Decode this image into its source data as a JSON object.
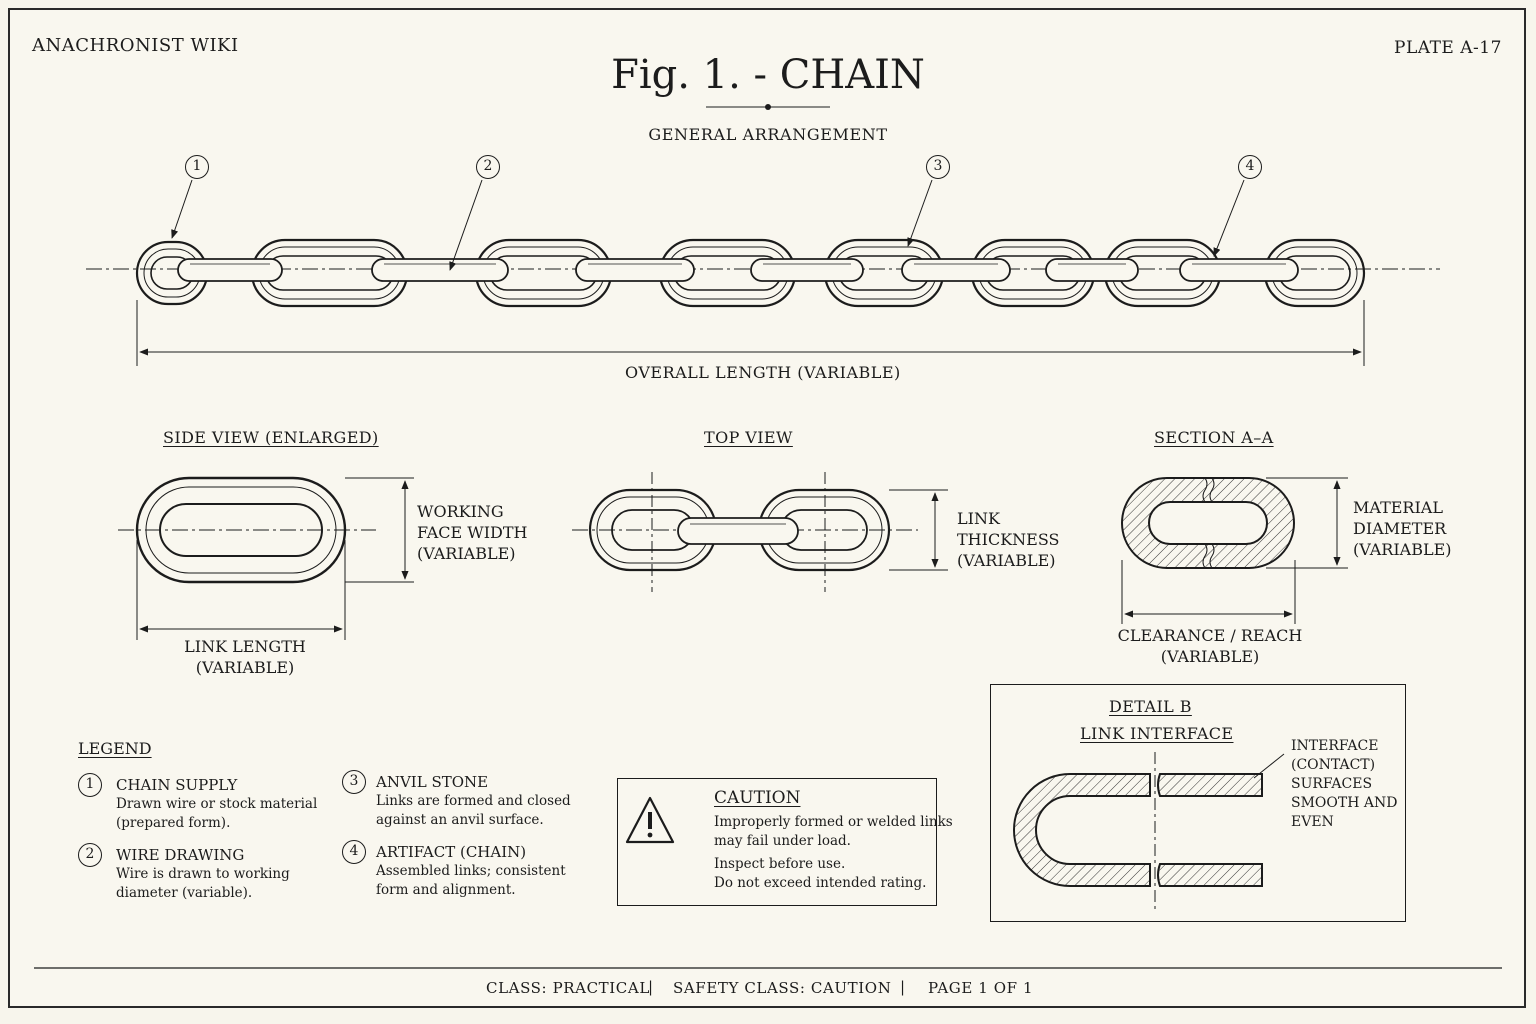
{
  "header": {
    "site": "ANACHRONIST WIKI",
    "plate": "PLATE A-17",
    "title": "Fig. 1. - CHAIN",
    "subtitle": "GENERAL ARRANGEMENT"
  },
  "callouts": [
    "1",
    "2",
    "3",
    "4"
  ],
  "dimensions": {
    "overall": "OVERALL LENGTH  (VARIABLE)",
    "working_face_width": [
      "WORKING",
      "FACE WIDTH",
      "(VARIABLE)"
    ],
    "link_length": [
      "LINK LENGTH",
      "(VARIABLE)"
    ],
    "link_thickness": [
      "LINK",
      "THICKNESS",
      "(VARIABLE)"
    ],
    "material_diameter": [
      "MATERIAL",
      "DIAMETER",
      "(VARIABLE)"
    ],
    "clearance": [
      "CLEARANCE / REACH",
      "(VARIABLE)"
    ]
  },
  "views": {
    "side": "SIDE VIEW (ENLARGED)",
    "top": "TOP VIEW",
    "section": "SECTION A–A"
  },
  "legend": {
    "title": "LEGEND",
    "items": [
      {
        "num": "1",
        "name": "CHAIN SUPPLY",
        "desc": [
          "Drawn wire or stock material",
          "(prepared form)."
        ]
      },
      {
        "num": "2",
        "name": "WIRE DRAWING",
        "desc": [
          "Wire is drawn to working",
          "diameter (variable)."
        ]
      },
      {
        "num": "3",
        "name": "ANVIL STONE",
        "desc": [
          "Links are formed and closed",
          "against an anvil surface."
        ]
      },
      {
        "num": "4",
        "name": "ARTIFACT (CHAIN)",
        "desc": [
          "Assembled links; consistent",
          "form and alignment."
        ]
      }
    ]
  },
  "caution": {
    "title": "CAUTION",
    "lines": [
      "Improperly formed or welded links",
      "may fail under load.",
      "Inspect before use.",
      "Do not exceed intended rating."
    ]
  },
  "detail": {
    "title": "DETAIL B",
    "subtitle": "LINK INTERFACE",
    "note": [
      "INTERFACE",
      "(CONTACT)",
      "SURFACES",
      "SMOOTH AND",
      "EVEN"
    ]
  },
  "footer": {
    "class": "CLASS:  PRACTICAL",
    "safety": "SAFETY CLASS:   CAUTION",
    "page": "PAGE 1 OF 1"
  }
}
